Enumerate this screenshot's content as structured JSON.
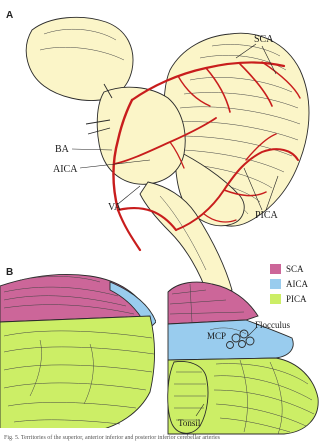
{
  "panel_a": {
    "letter": "A",
    "labels": {
      "sca": "SCA",
      "ba": "BA",
      "aica": "AICA",
      "va": "VA",
      "pica": "PICA"
    }
  },
  "panel_b": {
    "letter": "B",
    "legend": [
      {
        "label": "SCA",
        "color": "#cc6699"
      },
      {
        "label": "AICA",
        "color": "#99ccee"
      },
      {
        "label": "PICA",
        "color": "#ccee66"
      }
    ],
    "labels": {
      "mcp": "MCP",
      "flocculus": "Flocculus",
      "tonsil": "Tonsil"
    }
  },
  "caption": "Fig. 5. Territories of the superior, anterior inferior and posterior inferior cerebellar arteries"
}
